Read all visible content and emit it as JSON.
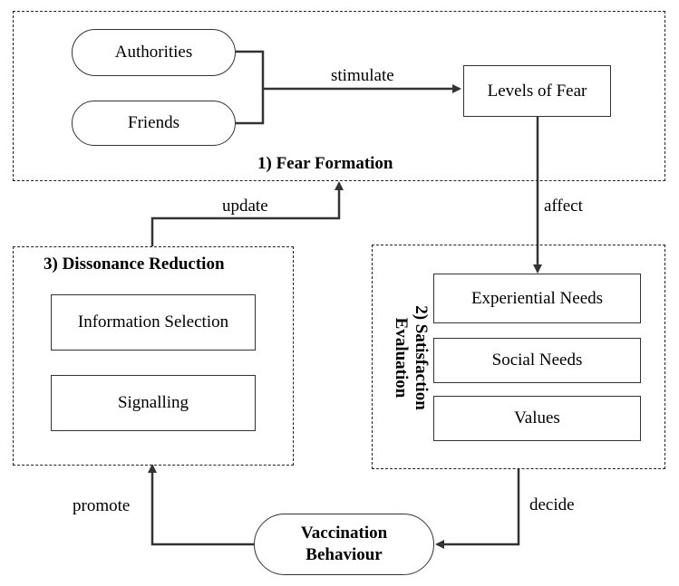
{
  "groups": {
    "fear_formation": "1) Fear Formation",
    "satisfaction_evaluation_line1": "2) Satisfaction",
    "satisfaction_evaluation_line2": "Evaluation",
    "dissonance_reduction": "3) Dissonance Reduction"
  },
  "nodes": {
    "authorities": "Authorities",
    "friends": "Friends",
    "levels_of_fear": "Levels of Fear",
    "experiential_needs": "Experiential Needs",
    "social_needs": "Social Needs",
    "values": "Values",
    "information_selection": "Information Selection",
    "signalling": "Signalling",
    "vaccination_line1": "Vaccination",
    "vaccination_line2": "Behaviour"
  },
  "edges": {
    "stimulate": "stimulate",
    "affect": "affect",
    "decide": "decide",
    "promote": "promote",
    "update": "update"
  }
}
